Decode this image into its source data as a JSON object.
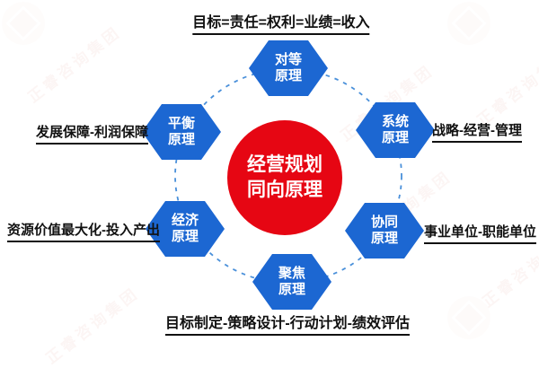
{
  "diagram": {
    "center_circle": {
      "line1": "经营规划",
      "line2": "同向原理"
    },
    "hexagons": [
      {
        "name": "对等原理",
        "line1": "对等",
        "line2": "原理",
        "position": "top"
      },
      {
        "name": "系统原理",
        "line1": "系统",
        "line2": "原理",
        "position": "top-right"
      },
      {
        "name": "协同原理",
        "line1": "协同",
        "line2": "原理",
        "position": "bottom-right"
      },
      {
        "name": "聚焦原理",
        "line1": "聚焦",
        "line2": "原理",
        "position": "bottom"
      },
      {
        "name": "经济原理",
        "line1": "经济",
        "line2": "原理",
        "position": "bottom-left"
      },
      {
        "name": "平衡原理",
        "line1": "平衡",
        "line2": "原理",
        "position": "top-left"
      }
    ],
    "captions": {
      "top": "目标=责任=权利=业绩=收入",
      "right_top": "战略-经营-管理",
      "right_bottom": "事业单位-职能单位",
      "bottom": "目标制定-策略设计-行动计划-绩效评估",
      "left_bottom": "资源价值最大化-投入产出",
      "left_top": "发展保障-利润保障"
    },
    "watermark": {
      "text": "正睿咨询集团"
    },
    "colors": {
      "hexagon_blue": "#1c67d2",
      "circle_red": "#e60613",
      "dash_blue": "#4a90da",
      "caption_text": "#111111",
      "watermark_pink": "#d97f72"
    }
  }
}
